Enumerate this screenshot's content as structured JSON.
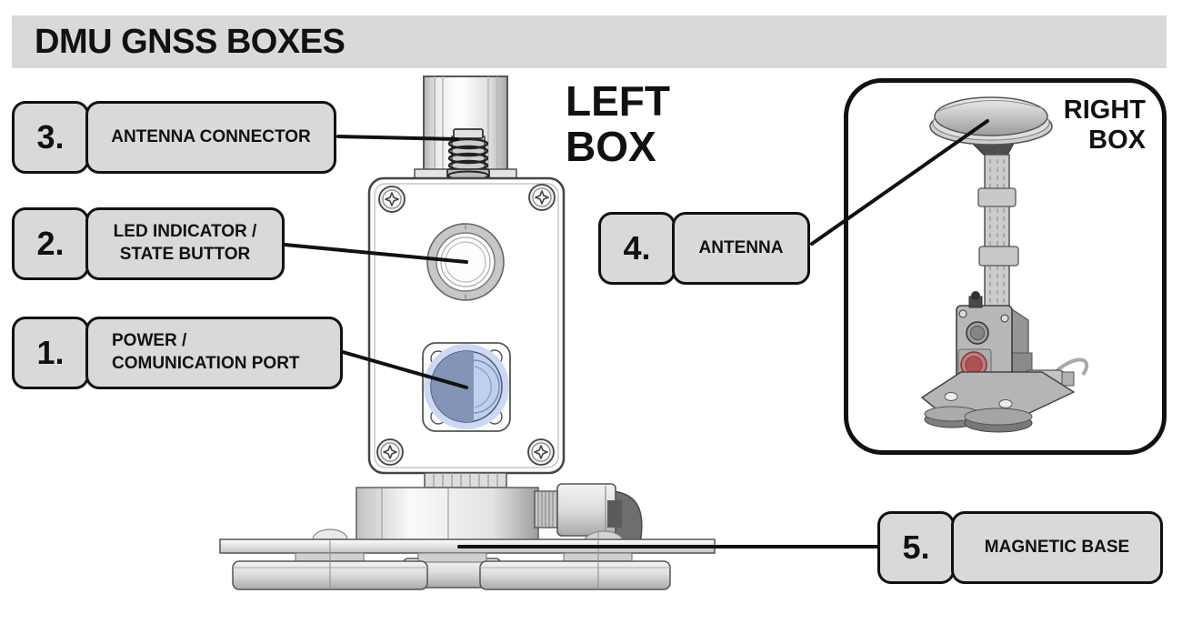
{
  "title": "DMU GNSS BOXES",
  "headings": {
    "left_box": "LEFT\nBOX",
    "right_box": "RIGHT\nBOX"
  },
  "callouts": [
    {
      "number": "1.",
      "label": "POWER /\nCOMUNICATION PORT"
    },
    {
      "number": "2.",
      "label": "LED INDICATOR /\nSTATE BUTTOR"
    },
    {
      "number": "3.",
      "label": "ANTENNA CONNECTOR"
    },
    {
      "number": "4.",
      "label": "ANTENNA"
    },
    {
      "number": "5.",
      "label": "MAGNETIC BASE"
    }
  ],
  "colors": {
    "titlebar_bg": "#d9d9d9",
    "label_bg": "#d9d9d9",
    "outline": "#111111",
    "port_highlight": "#bfd0ee",
    "port_highlight_dark": "#8394b7",
    "right_port_red": "#c47979"
  }
}
